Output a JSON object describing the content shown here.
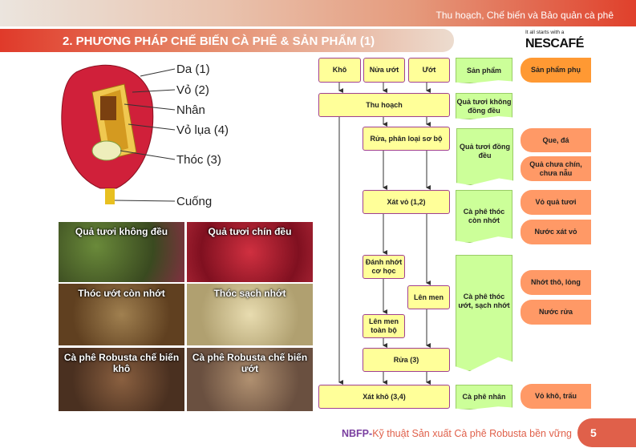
{
  "header": {
    "subtitle": "Thu hoạch, Chế biến và Bảo quản cà phê",
    "title": "2. PHƯƠNG PHÁP CHẾ BIẾN CÀ PHÊ & SẢN PHẨM (1)",
    "logo_tagline": "It all starts with a",
    "logo": "NESCAFÉ"
  },
  "diagram": {
    "labels": [
      "Da (1)",
      "Vỏ (2)",
      "Nhân",
      "Vỏ lụa (4)",
      "Thóc (3)",
      "Cuống"
    ]
  },
  "photos": [
    "Quả tươi không đều",
    "Quả tươi chín đều",
    "Thóc ướt còn nhớt",
    "Thóc sạch nhớt",
    "Cà phê Robusta chế biến khô",
    "Cà phê Robusta chế biến ướt"
  ],
  "flow": {
    "methods": [
      "Khô",
      "Nửa ướt",
      "Ướt"
    ],
    "steps": {
      "harvest": "Thu hoạch",
      "sort": "Rửa, phân loại sơ bộ",
      "pulp": "Xát vỏ (1,2)",
      "demucilage": "Đánh nhớt cơ học",
      "ferment": "Lên men",
      "ferment_full": "Lên men toàn bộ",
      "wash": "Rửa (3)",
      "hull": "Xát khô (3,4)"
    },
    "products_header": "Sản phẩm",
    "products": [
      "Quả tươi không đồng đều",
      "Quả tươi đồng đều",
      "Cà phê thóc còn nhớt",
      "Cà phê thóc ướt, sạch nhớt",
      "Cà phê nhân"
    ],
    "byproducts_header": "Sản phẩm phụ",
    "byproducts": [
      "Que, đá",
      "Quả chưa chín, chưa nẫu",
      "Vỏ quả tươi",
      "Nước xát vỏ",
      "Nhớt thô, lỏng",
      "Nước rửa",
      "Vỏ khô, trấu"
    ]
  },
  "footer": {
    "brand": "NBFP-",
    "text": "Kỹ thuật Sản xuất Cà phê Robusta bền vững",
    "page": "5"
  }
}
